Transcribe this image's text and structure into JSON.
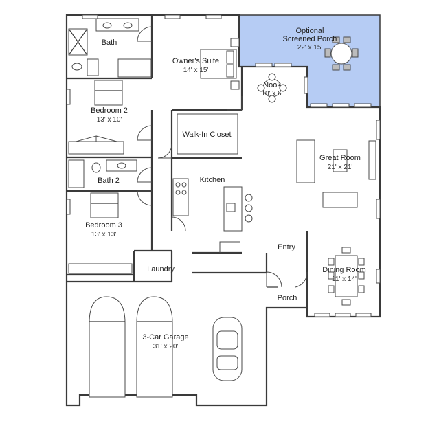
{
  "colors": {
    "porch_highlight": "#b6ccf4",
    "wall": "#3a3a3a",
    "fixture_fill": "#bcbcbc"
  },
  "rooms": {
    "screened_porch": {
      "label_line1": "Optional",
      "label_line2": "Screened Porch",
      "dims": "22' x 15'"
    },
    "bath": {
      "label": "Bath"
    },
    "owners_suite": {
      "label": "Owner's Suite",
      "dims": "14' x 15'"
    },
    "nook": {
      "label": "Nook",
      "dims": "10' x 6'"
    },
    "bedroom2": {
      "label": "Bedroom 2",
      "dims": "13' x 10'"
    },
    "walk_in_closet": {
      "label": "Walk-In Closet"
    },
    "great_room": {
      "label": "Great Room",
      "dims": "21' x 21'"
    },
    "bath2": {
      "label": "Bath 2"
    },
    "kitchen": {
      "label": "Kitchen"
    },
    "bedroom3": {
      "label": "Bedroom 3",
      "dims": "13' x 13'"
    },
    "entry": {
      "label": "Entry"
    },
    "laundry": {
      "label": "Laundry"
    },
    "dining_room": {
      "label": "Dining Room",
      "dims": "11' x 14'"
    },
    "porch": {
      "label": "Porch"
    },
    "garage": {
      "label": "3-Car Garage",
      "dims": "31' x 20'"
    }
  }
}
